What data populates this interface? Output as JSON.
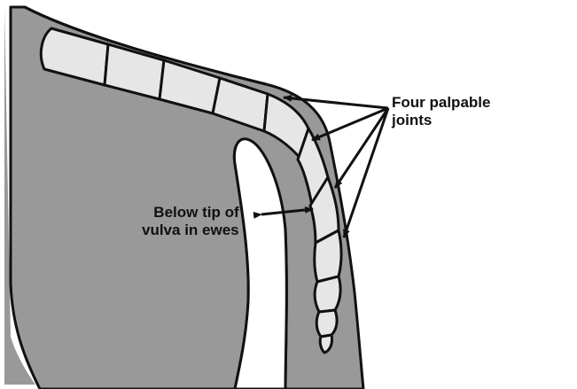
{
  "labels": {
    "joints_line1": "Four palpable",
    "joints_line2": "joints",
    "vulva_line1": "Below tip of",
    "vulva_line2": "vulva in ewes"
  },
  "colors": {
    "body_fill": "#999999",
    "vertebra_fill": "#e6e6e6",
    "outline": "#111111",
    "background": "#ffffff"
  }
}
